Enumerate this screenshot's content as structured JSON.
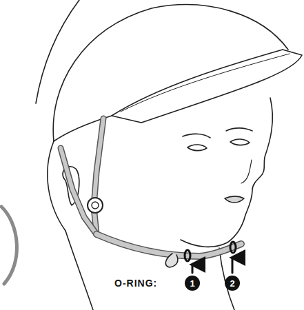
{
  "diagram": {
    "nodes": [
      {
        "text": [
          "1"
        ]
      },
      {
        "text": [
          "2"
        ]
      }
    ],
    "labels": [
      "O-RING:"
    ]
  }
}
